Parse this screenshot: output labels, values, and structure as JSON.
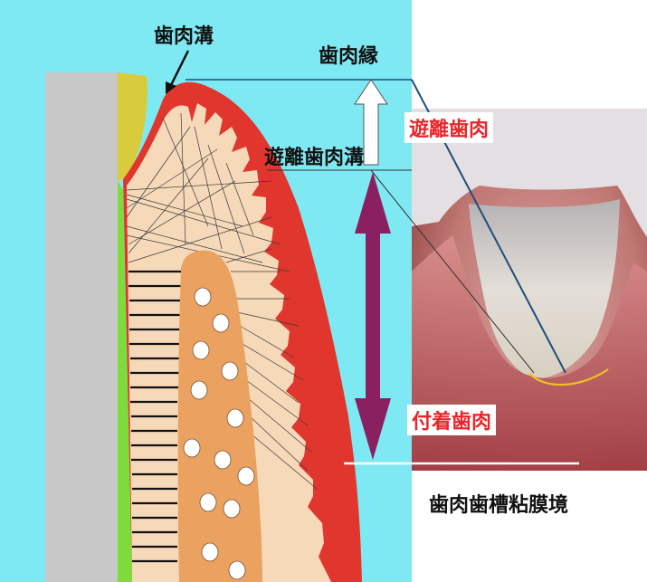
{
  "labels": {
    "gingival_sulcus": "歯肉溝",
    "gingival_margin": "歯肉縁",
    "free_gingiva": "遊離歯肉",
    "free_gingival_groove": "遊離歯肉溝",
    "attached_gingiva": "付着歯肉",
    "mucogingival_junction": "歯肉歯槽粘膜境"
  },
  "colors": {
    "background": "#7fe9f3",
    "tooth_root": "#c8c8c8",
    "enamel": "#d8cc3c",
    "gingiva_epithelium": "#e0362e",
    "connective_tissue": "#f6d9b9",
    "alveolar_bone": "#eba260",
    "cementum": "#7ddc3b",
    "arrow": "#8b2060",
    "highlight_curve": "#f0c020",
    "label_red": "#e8262a"
  }
}
